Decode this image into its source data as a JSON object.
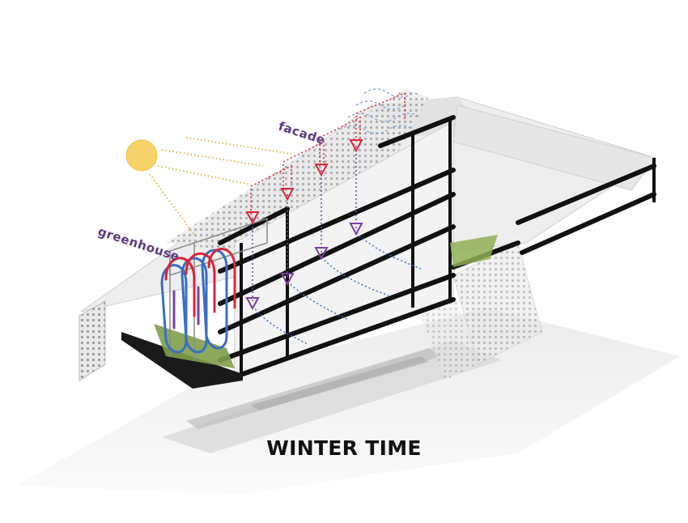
{
  "labels": {
    "facade": "facade",
    "greenhouse": "greenhouse"
  },
  "caption": "WINTER TIME",
  "colors": {
    "sun": "#f6d26a",
    "sun_rays": "#d8b84a",
    "warm_air": "#d9263c",
    "cool_air": "#3a6fc4",
    "mixed_air": "#7a3fa0",
    "label_text": "#5b3a7e",
    "caption_text": "#111111",
    "slab": "#111111",
    "planting": "#7f9e4a"
  }
}
